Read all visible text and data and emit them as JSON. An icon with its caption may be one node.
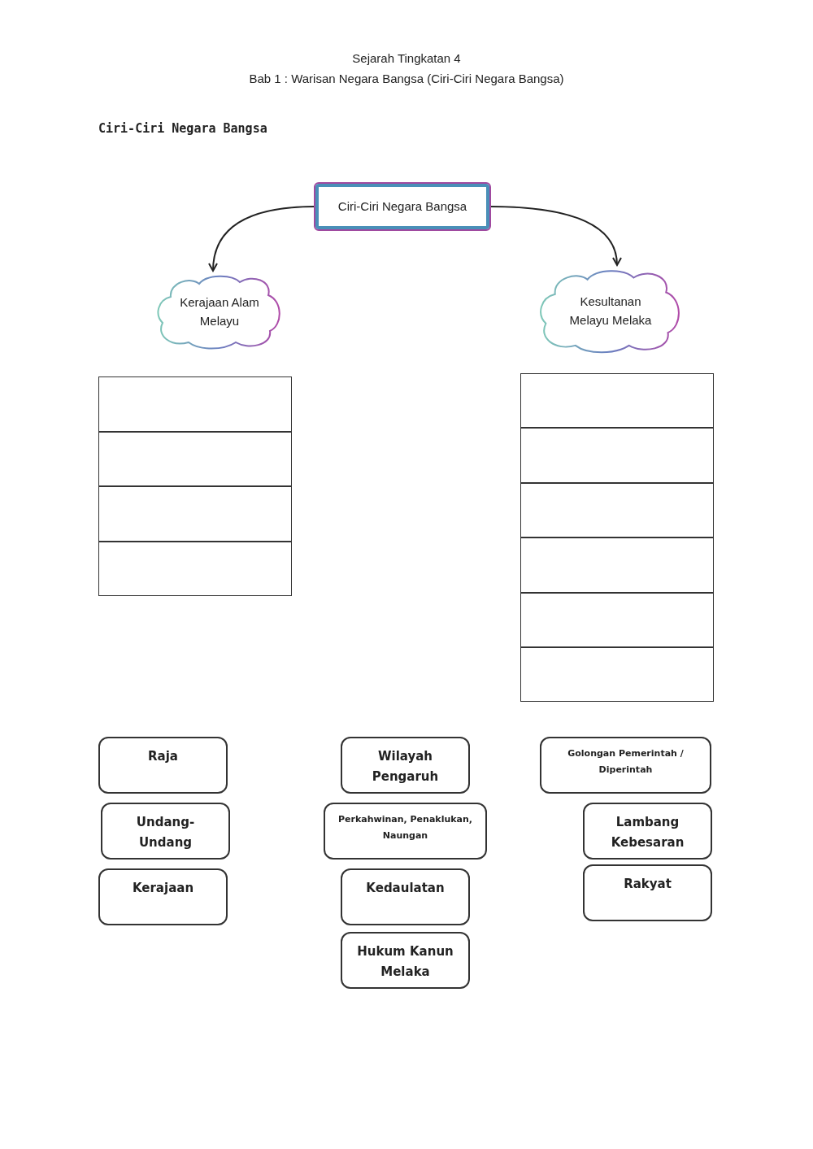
{
  "diagram": {
    "title": "Sejarah Tingkatan 4",
    "nodes": [
      {
        "text": [
          "Ciri-Ciri Negara Bangsa"
        ]
      },
      {
        "text": [
          "Kerajaan Alam Melayu"
        ]
      },
      {
        "text": [
          "Kesultanan Melayu Melaka"
        ]
      },
      {
        "text": [],
        "shape": "box"
      },
      {
        "text": [],
        "shape": "box"
      },
      {
        "text": [],
        "shape": "box"
      },
      {
        "text": [],
        "shape": "box"
      },
      {
        "text": [],
        "shape": "box"
      },
      {
        "text": [],
        "shape": "box"
      },
      {
        "text": [],
        "shape": "box"
      },
      {
        "text": [],
        "shape": "box"
      },
      {
        "text": [],
        "shape": "box"
      },
      {
        "text": [],
        "shape": "box"
      },
      {
        "text": [
          "Raja"
        ]
      },
      {
        "text": [
          "Wilayah Pengaruh"
        ]
      },
      {
        "text": [
          "Golongan Pemerintah / Diperintah"
        ]
      },
      {
        "text": [
          "Undang-Undang"
        ]
      },
      {
        "text": [
          "Perkahwinan, Penaklukan, Naungan"
        ]
      },
      {
        "text": [
          "Lambang Kebesaran"
        ]
      },
      {
        "text": [
          "Kerajaan"
        ]
      },
      {
        "text": [
          "Kedaulatan"
        ]
      },
      {
        "text": [
          "Rakyat"
        ]
      },
      {
        "text": [
          "Hukum Kanun Melaka"
        ]
      }
    ],
    "edges": [
      {
        "from": 0,
        "to": 1,
        "arrow": "to"
      },
      {
        "from": 0,
        "to": 2,
        "arrow": "to"
      }
    ],
    "labels": [
      "Bab 1 : Warisan Negara Bangsa (Ciri-Ciri Negara Bangsa)",
      "Ciri-Ciri Negara Bangsa"
    ]
  }
}
